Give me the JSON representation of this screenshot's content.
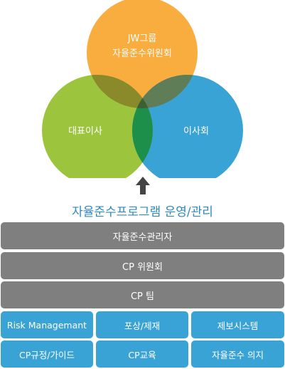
{
  "venn": {
    "top_circle": {
      "line1": "JW그룹",
      "line2": "자율준수위원회",
      "color": "#f9ad3e"
    },
    "left_circle": {
      "label": "대표이사",
      "color": "#9cc53d"
    },
    "right_circle": {
      "label": "이사회",
      "color": "#3aa3d6"
    }
  },
  "program_title": "자율준수프로그램 운영/관리",
  "bars": [
    {
      "label": "자율준수관리자"
    },
    {
      "label": "CP 위원회"
    },
    {
      "label": "CP 팀"
    }
  ],
  "grid": [
    [
      {
        "label": "Risk Managemant"
      },
      {
        "label": "포상/제재"
      },
      {
        "label": "제보시스템"
      }
    ],
    [
      {
        "label": "CP규정/가이드"
      },
      {
        "label": "CP교육"
      },
      {
        "label": "자율준수 의지"
      }
    ]
  ],
  "colors": {
    "bar": "#7f7f7f",
    "cell": "#3aa3d6",
    "title": "#2e8ac4",
    "arrow": "#444444"
  }
}
